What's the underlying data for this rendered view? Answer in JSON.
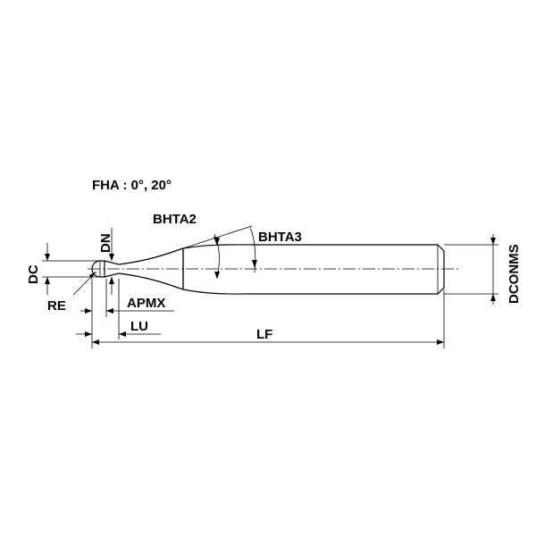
{
  "diagram": {
    "fha_note": "FHA : 0°, 20°",
    "labels": {
      "bhta2": "BHTA2",
      "bhta3": "BHTA3",
      "dn": "DN",
      "dc": "DC",
      "re": "RE",
      "apmx": "APMX",
      "lu": "LU",
      "lf": "LF",
      "dconms": "DCONMS"
    }
  }
}
